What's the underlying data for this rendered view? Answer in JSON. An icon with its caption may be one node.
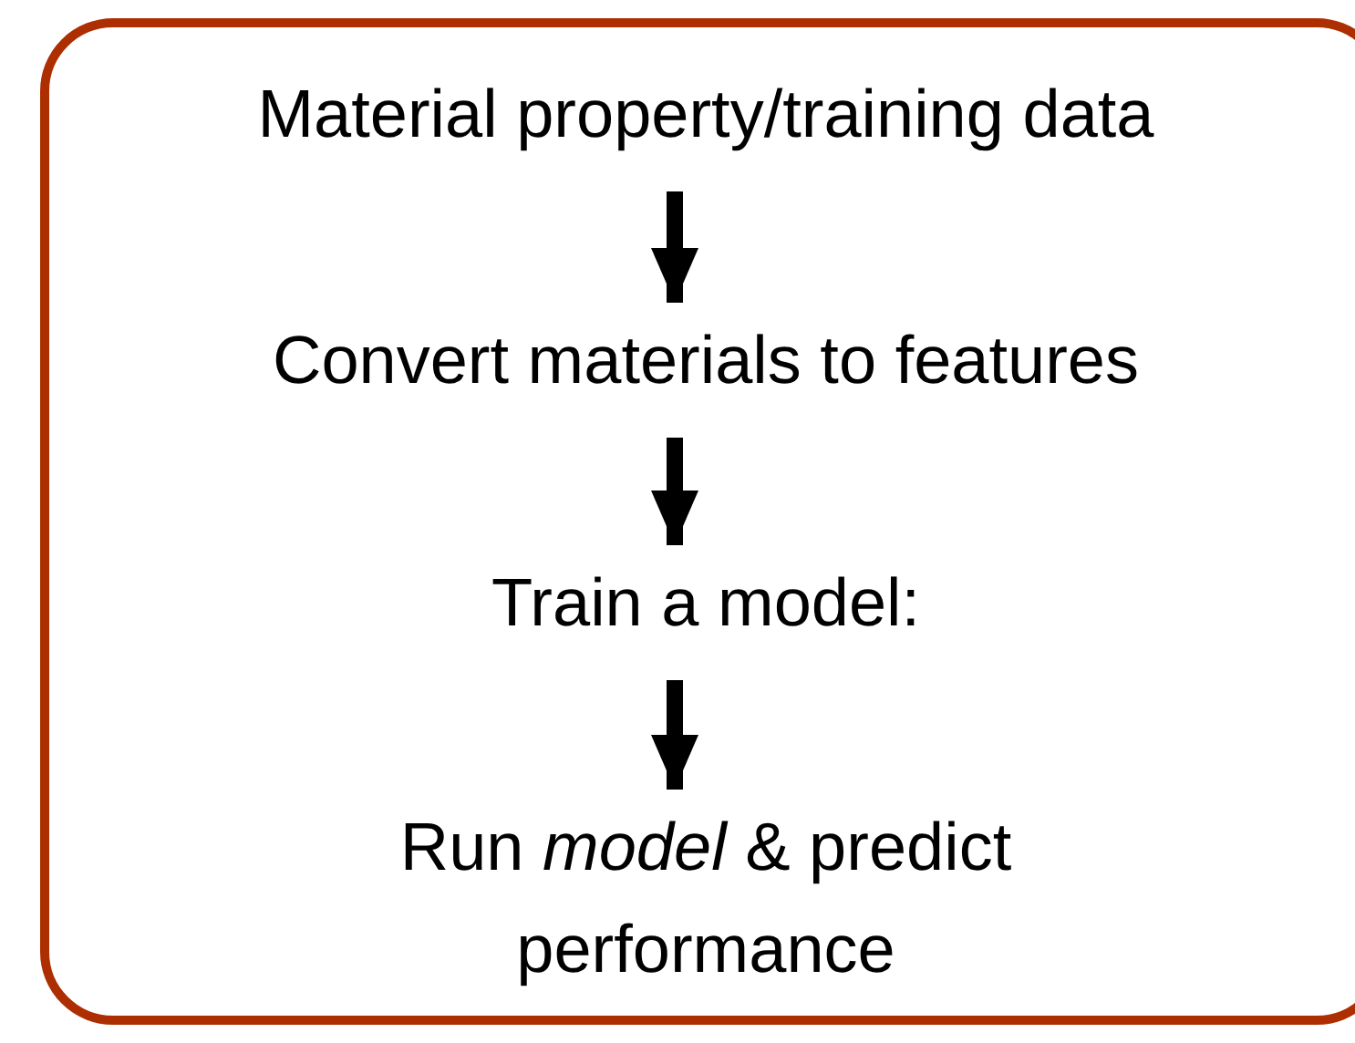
{
  "diagram": {
    "nodes": [
      {
        "text": [],
        "shape": "box"
      },
      {
        "text": [
          "Material property/training data"
        ],
        "in": 0
      },
      {
        "text": [
          "Convert materials to features"
        ],
        "in": 0
      },
      {
        "text": [
          "Train a model:"
        ],
        "in": 0
      },
      {
        "text": [
          "Run *model* & predict performance"
        ],
        "in": 0
      }
    ],
    "edges": [
      {
        "from": 1,
        "to": 2,
        "arrow": "to"
      },
      {
        "from": 2,
        "to": 3,
        "arrow": "to"
      },
      {
        "from": 3,
        "to": 4,
        "arrow": "to"
      }
    ]
  }
}
